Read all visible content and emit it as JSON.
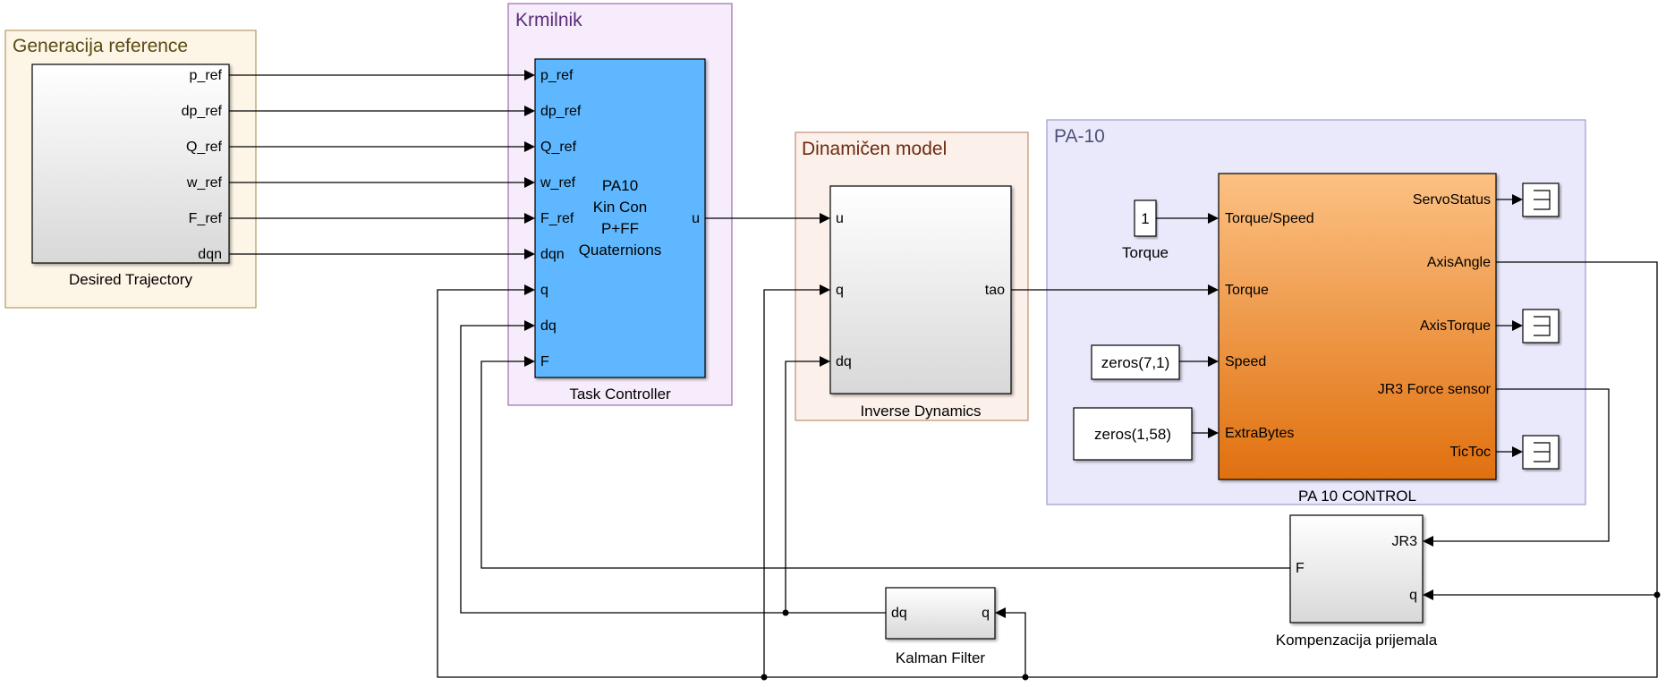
{
  "areas": {
    "generacija": "Generacija reference",
    "krmilnik": "Krmilnik",
    "dinamicen": "Dinamičen model",
    "pa10": "PA-10"
  },
  "blocks": {
    "desired_trajectory": {
      "name": "Desired Trajectory",
      "outputs": [
        "p_ref",
        "dp_ref",
        "Q_ref",
        "w_ref",
        "F_ref",
        "dqn"
      ]
    },
    "task_controller": {
      "name": "Task Controller",
      "inputs": [
        "p_ref",
        "dp_ref",
        "Q_ref",
        "w_ref",
        "F_ref",
        "dqn",
        "q",
        "dq",
        "F"
      ],
      "output": "u",
      "center_lines": [
        "PA10",
        "Kin Con",
        "P+FF",
        "Quaternions"
      ]
    },
    "inverse_dynamics": {
      "name": "Inverse Dynamics",
      "inputs": [
        "u",
        "q",
        "dq"
      ],
      "output": "tao"
    },
    "pa10_control": {
      "name": "PA 10 CONTROL",
      "inputs": [
        "Torque/Speed",
        "Torque",
        "Speed",
        "ExtraBytes"
      ],
      "outputs": [
        "ServoStatus",
        "AxisAngle",
        "AxisTorque",
        "JR3 Force sensor",
        "TicToc"
      ]
    },
    "torque_const": {
      "name": "Torque",
      "value": "1"
    },
    "zeros_speed": {
      "value": "zeros(7,1)"
    },
    "zeros_extra": {
      "value": "zeros(1,58)"
    },
    "kompenzacija": {
      "name": "Kompenzacija prijemala",
      "inputs": [
        "JR3",
        "q"
      ],
      "output": "F"
    },
    "kalman": {
      "name": "Kalman Filter",
      "input": "q",
      "output": "dq"
    }
  },
  "colors": {
    "generacija_bg": "#fdf5e6",
    "generacija_border": "#b59a63",
    "generacija_title": "#5a4a14",
    "krmilnik_bg": "#f7ecfb",
    "krmilnik_border": "#9c6fae",
    "krmilnik_title": "#5a2d78",
    "dinamicen_bg": "#fcf0ea",
    "dinamicen_border": "#c08e74",
    "dinamicen_title": "#6b2b10",
    "pa10_bg": "#e9e9fb",
    "pa10_border": "#9b9bd0",
    "pa10_title": "#50507a",
    "task_fill": "#5fb8ff",
    "pa_control_top": "#fcc183",
    "pa_control_bottom": "#e0700f"
  }
}
